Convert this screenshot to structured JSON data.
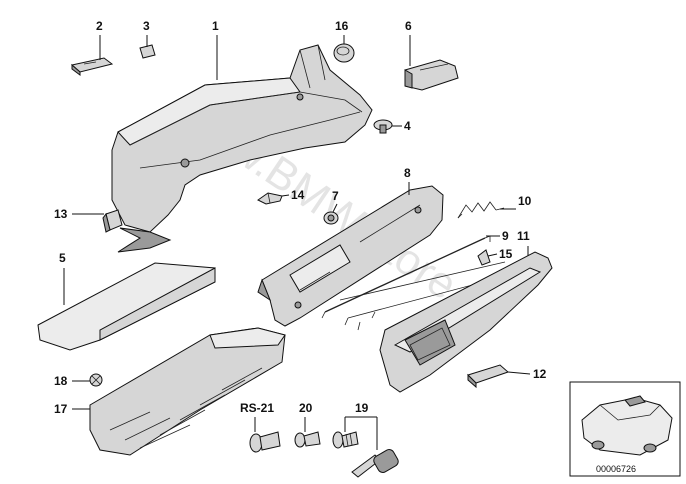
{
  "watermark": "www.BMW-store.pl",
  "document_number": "00006726",
  "callouts": [
    {
      "id": "c1",
      "text": "1"
    },
    {
      "id": "c2",
      "text": "2"
    },
    {
      "id": "c3",
      "text": "3"
    },
    {
      "id": "c4",
      "text": "4"
    },
    {
      "id": "c5",
      "text": "5"
    },
    {
      "id": "c6",
      "text": "6"
    },
    {
      "id": "c7",
      "text": "7"
    },
    {
      "id": "c8",
      "text": "8"
    },
    {
      "id": "c9",
      "text": "9"
    },
    {
      "id": "c10",
      "text": "10"
    },
    {
      "id": "c11",
      "text": "11"
    },
    {
      "id": "c12",
      "text": "12"
    },
    {
      "id": "c13",
      "text": "13"
    },
    {
      "id": "c14",
      "text": "14"
    },
    {
      "id": "c15",
      "text": "15"
    },
    {
      "id": "c16",
      "text": "16"
    },
    {
      "id": "c17",
      "text": "17"
    },
    {
      "id": "c18",
      "text": "18"
    },
    {
      "id": "c19",
      "text": "19"
    },
    {
      "id": "c20",
      "text": "20"
    },
    {
      "id": "c21",
      "text": "RS-21"
    }
  ]
}
